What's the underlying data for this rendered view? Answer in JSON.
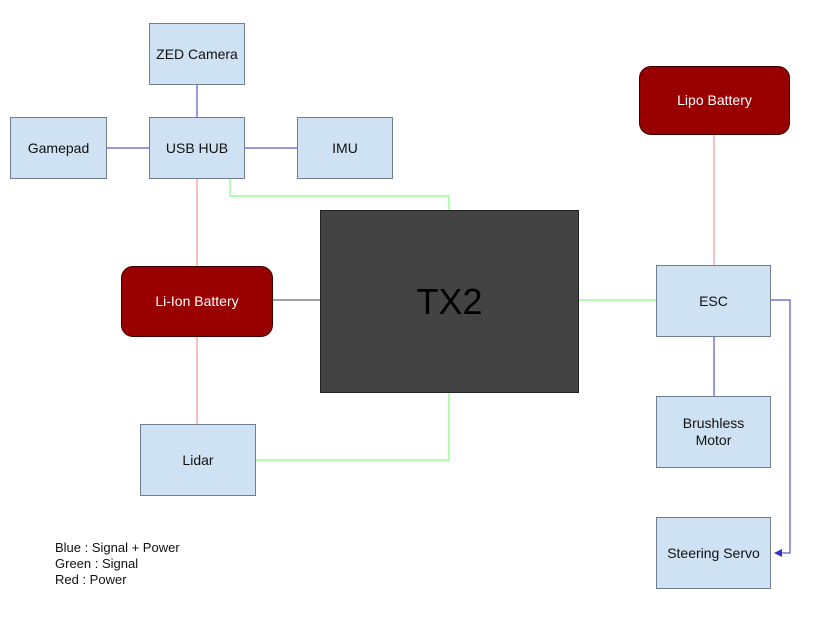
{
  "nodes": {
    "zed_camera": "ZED Camera",
    "gamepad": "Gamepad",
    "usb_hub": "USB HUB",
    "imu": "IMU",
    "lipo_battery": "Lipo Battery",
    "li_ion_battery": "Li-Ion Battery",
    "tx2": "TX2",
    "esc": "ESC",
    "lidar": "Lidar",
    "brushless_motor": "Brushless\nMotor",
    "steering_servo": "Steering Servo"
  },
  "legend": {
    "blue": "Blue : Signal + Power",
    "green": "Green : Signal",
    "red": "Red : Power"
  },
  "colors": {
    "signal_power": "#3333cc",
    "signal": "#66ff66",
    "power": "#f08080",
    "box_fill": "#cfe2f3",
    "battery_fill": "#990000",
    "main_fill": "#434343"
  }
}
